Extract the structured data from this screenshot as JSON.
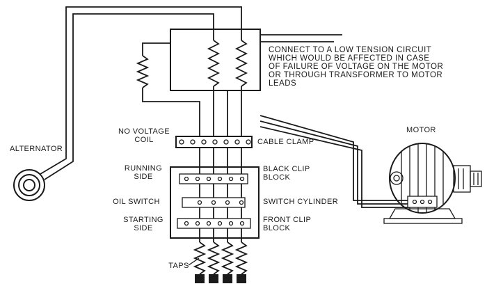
{
  "diagram": {
    "annotation_lines": [
      "CONNECT TO A LOW TENSION CIRCUIT",
      "WHICH WOULD BE AFFECTED IN CASE",
      "OF FAILURE OF VOLTAGE ON THE MOTOR",
      "OR THROUGH TRANSFORMER TO MOTOR",
      "LEADS"
    ],
    "labels": {
      "alternator": "ALTERNATOR",
      "no_voltage_1": "NO VOLTAGE",
      "no_voltage_2": "COIL",
      "cable_clamp": "CABLE CLAMP",
      "running_1": "RUNNING",
      "running_2": "SIDE",
      "black_clip_1": "BLACK CLIP",
      "black_clip_2": "BLOCK",
      "oil_switch": "OIL SWITCH",
      "switch_cylinder": "SWITCH CYLINDER",
      "starting_1": "STARTING",
      "starting_2": "SIDE",
      "front_clip_1": "FRONT CLIP",
      "front_clip_2": "BLOCK",
      "taps": "TAPS",
      "motor": "MOTOR"
    },
    "colors": {
      "ink": "#1a1a1a",
      "background": "#ffffff"
    }
  }
}
